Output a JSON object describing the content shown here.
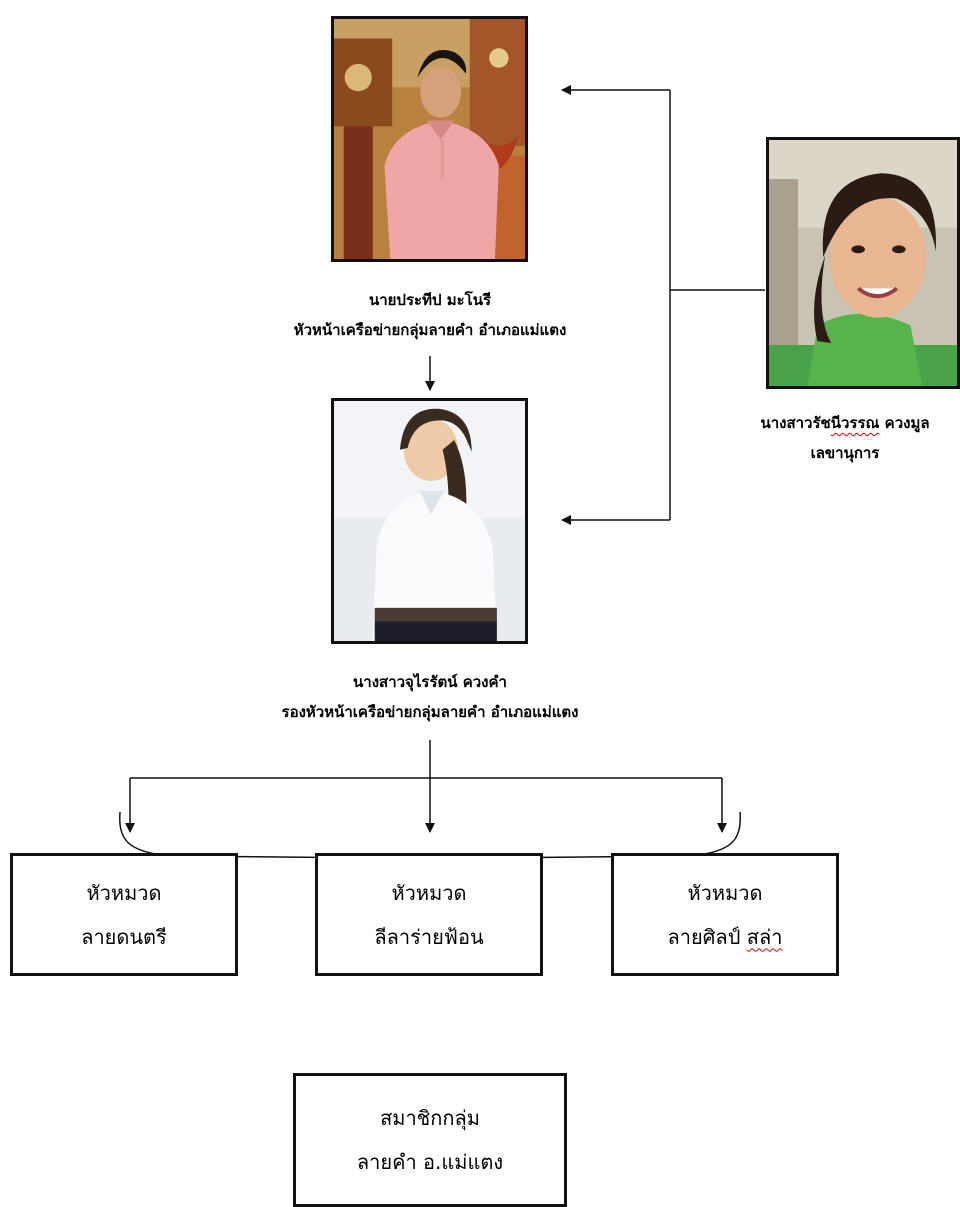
{
  "people": {
    "head": {
      "name": "นายประทีป  มะโนรี",
      "role": "หัวหน้าเครือข่ายกลุ่มลายคำ อำเภอแม่แตง"
    },
    "deputy": {
      "name": "นางสาวจุไรรัตน์ ควงคำ",
      "role": "รองหัวหน้าเครือข่ายกลุ่มลายคำ อำเภอแม่แตง"
    },
    "secretary": {
      "name_part1": "นางสาวรัช",
      "name_part2": "นีวรรณ",
      "name_part3": " ควงมูล",
      "role": "เลขานุการ"
    }
  },
  "sections": [
    {
      "line1": "หัวหมวด",
      "line2": "ลายดนตรี"
    },
    {
      "line1": "หัวหมวด",
      "line2": "ลีลาร่ายฟ้อน"
    },
    {
      "line1": "หัวหมวด",
      "line2_part1": "ลายศิลป์ ",
      "line2_part2": "สล่า"
    }
  ],
  "members": {
    "line1": "สมาชิกกลุ่ม",
    "line2": "ลายคำ อ.แม่แตง"
  },
  "colors": {
    "line": "#111111",
    "spellcheck": "#d40000"
  }
}
